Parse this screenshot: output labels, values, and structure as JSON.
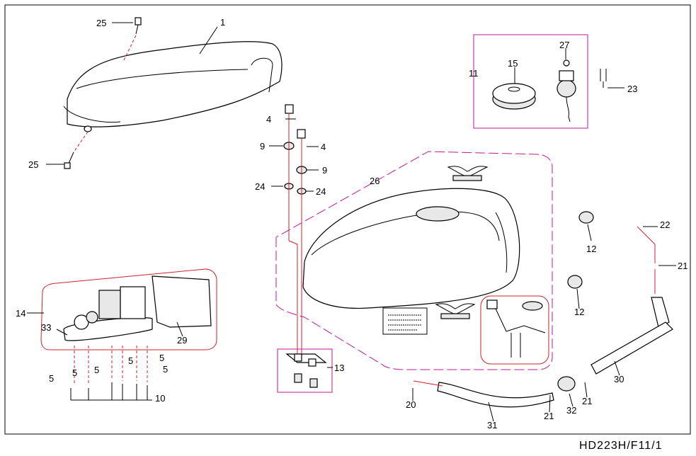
{
  "drawing_code": "HD223H/F11/1",
  "callouts": {
    "p1": "1",
    "p25a": "25",
    "p25b": "25",
    "p4a": "4",
    "p4b": "4",
    "p9a": "9",
    "p9b": "9",
    "p24a": "24",
    "p24b": "24",
    "p26": "26",
    "p11": "11",
    "p15": "15",
    "p27": "27",
    "p23": "23",
    "p22": "22",
    "p21a": "21",
    "p21b": "21",
    "p21c": "21",
    "p12a": "12",
    "p12b": "12",
    "p14": "14",
    "p33": "33",
    "p29": "29",
    "p5a": "5",
    "p5b": "5",
    "p5c": "5",
    "p5d": "5",
    "p5e": "5",
    "p5f": "5",
    "p10": "10",
    "p13": "13",
    "p20": "20",
    "p31": "31",
    "p32": "32",
    "p30": "30"
  },
  "colors": {
    "frame": "#000000",
    "group_outline": "#c2189a",
    "leader_red": "#d0202a"
  }
}
